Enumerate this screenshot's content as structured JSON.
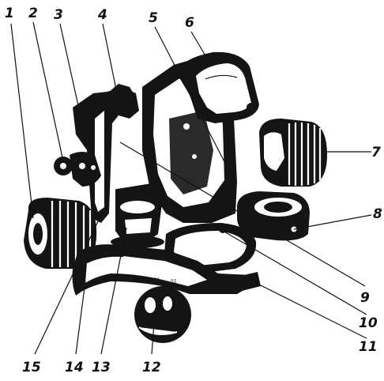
{
  "callouts": [
    {
      "id": "1",
      "label": "1"
    },
    {
      "id": "2",
      "label": "2"
    },
    {
      "id": "3",
      "label": "3"
    },
    {
      "id": "4",
      "label": "4"
    },
    {
      "id": "5",
      "label": "5"
    },
    {
      "id": "6",
      "label": "6"
    },
    {
      "id": "7",
      "label": "7"
    },
    {
      "id": "8",
      "label": "8"
    },
    {
      "id": "9",
      "label": "9"
    },
    {
      "id": "10",
      "label": "10"
    },
    {
      "id": "11",
      "label": "11"
    },
    {
      "id": "12",
      "label": "12"
    },
    {
      "id": "13",
      "label": "13"
    },
    {
      "id": "14",
      "label": "14"
    },
    {
      "id": "15",
      "label": "15"
    }
  ],
  "scale_marks": [
    "45",
    "50",
    "55"
  ]
}
